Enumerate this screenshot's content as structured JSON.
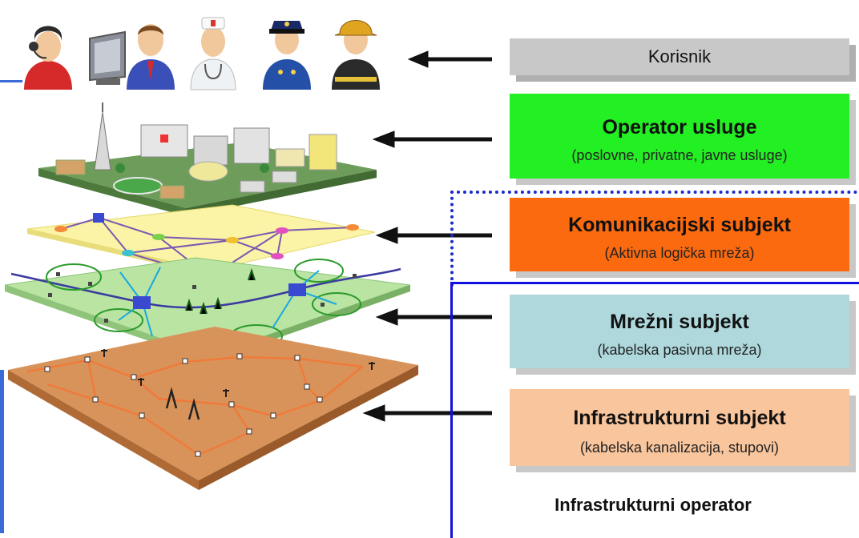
{
  "layers": {
    "korisnik": {
      "title": "Korisnik"
    },
    "operator_usluge": {
      "title": "Operator usluge",
      "subtitle": "(poslovne, privatne, javne usluge)"
    },
    "komunikacijski_subjekt": {
      "title": "Komunikacijski subjekt",
      "subtitle": "(Aktivna logička mreža)"
    },
    "mrezni_subjekt": {
      "title": "Mrežni subjekt",
      "subtitle": "(kabelska pasivna mreža)"
    },
    "infrastrukturni_subjekt": {
      "title": "Infrastrukturni subjekt",
      "subtitle": "(kabelska kanalizacija, stupovi)"
    }
  },
  "infrastrukturni_operator": "Infrastrukturni operator",
  "users": [
    "user-operator-headset-icon",
    "user-computer-worker-icon",
    "user-doctor-icon",
    "user-police-icon",
    "user-firefighter-icon"
  ],
  "colors": {
    "korisnik": "#c8c8c8",
    "operator_usluge": "#22f022",
    "komunikacijski_subjekt": "#fb6a0f",
    "mrezni_subjekt": "#aed8dc",
    "infrastrukturni_subjekt": "#f9c59c",
    "frame": "#1010e0"
  }
}
